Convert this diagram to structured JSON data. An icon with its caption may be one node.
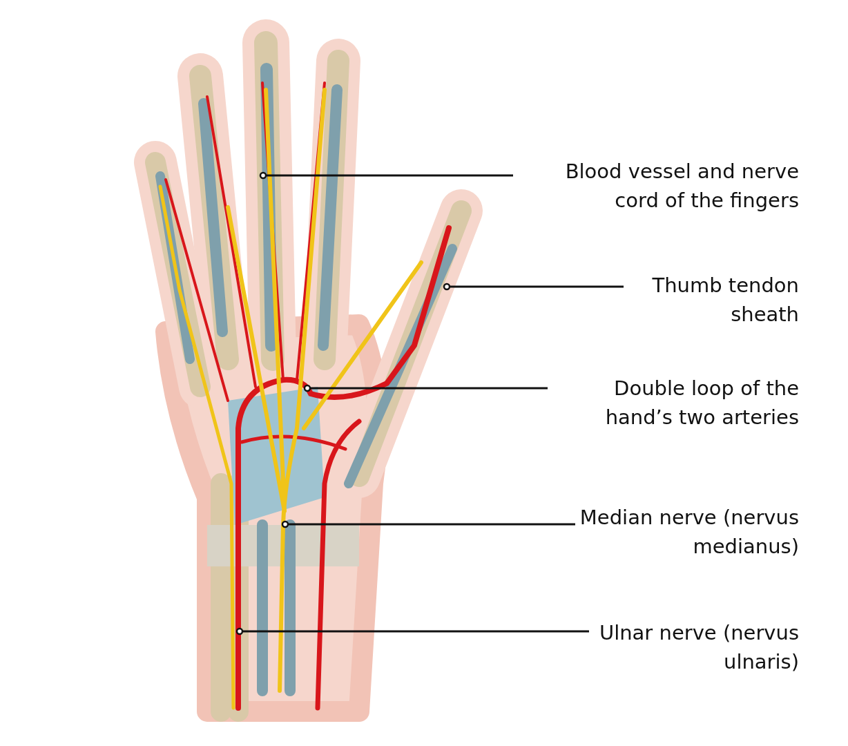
{
  "diagram": {
    "nodes": [
      {
        "text": [
          "Blood vessel and nerve cord of the fingers"
        ]
      },
      {
        "text": [
          "Thumb tendon sheath"
        ]
      },
      {
        "text": [
          "Double loop of the hand’s two arteries"
        ]
      },
      {
        "text": [
          "Median nerve (nervus medianus)"
        ]
      },
      {
        "text": [
          "Ulnar nerve (nervus ulnaris)"
        ]
      },
      {
        "text": [],
        "shape": "circle"
      },
      {
        "text": [],
        "shape": "circle"
      },
      {
        "text": [],
        "shape": "circle"
      },
      {
        "text": [],
        "shape": "circle"
      },
      {
        "text": [],
        "shape": "circle"
      }
    ],
    "edges": [
      {
        "from": 0,
        "to": 5,
        "arrow": "none"
      },
      {
        "from": 1,
        "to": 6,
        "arrow": "none"
      },
      {
        "from": 2,
        "to": 7,
        "arrow": "none"
      },
      {
        "from": 3,
        "to": 8,
        "arrow": "none"
      },
      {
        "from": 4,
        "to": 9,
        "arrow": "none"
      }
    ]
  }
}
